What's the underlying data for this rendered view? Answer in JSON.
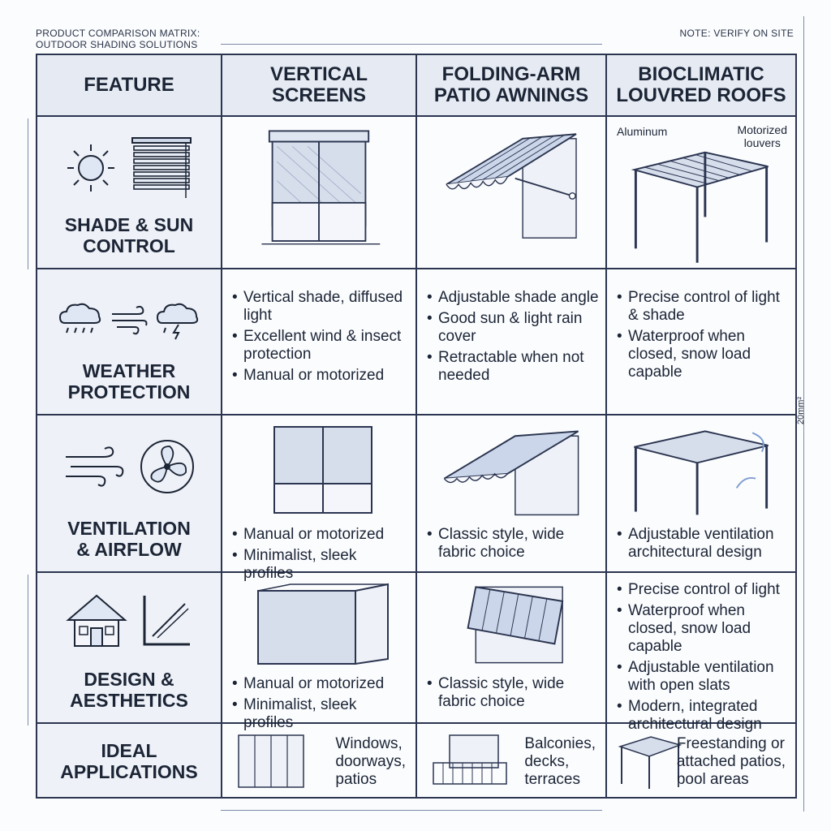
{
  "header": {
    "title_line1": "PRODUCT COMPARISON MATRIX:",
    "title_line2": "OUTDOOR SHADING SOLUTIONS",
    "note": "NOTE: VERIFY ON SITE",
    "side_dimension": "20mm²"
  },
  "columns": {
    "feature": "FEATURE",
    "vertical": [
      "VERTICAL",
      "SCREENS"
    ],
    "awnings": [
      "FOLDING-ARM",
      "PATIO AWNINGS"
    ],
    "roofs": [
      "BIOCLIMATIC",
      "LOUVRED ROOFS"
    ]
  },
  "rows": {
    "shade": {
      "label": [
        "SHADE & SUN",
        "CONTROL"
      ],
      "icons": [
        "sun-icon",
        "blinds-icon"
      ],
      "callouts": {
        "left": "Aluminum",
        "right": [
          "Motorized",
          "louvers"
        ]
      }
    },
    "weather": {
      "label": [
        "WEATHER",
        "PROTECTION"
      ],
      "icons": [
        "rain-cloud-icon",
        "wind-icon",
        "storm-cloud-icon"
      ],
      "vertical": [
        "Vertical shade, diffused light",
        "Excellent wind & insect protection",
        "Manual or motorized"
      ],
      "awnings": [
        "Adjustable shade angle",
        "Good sun & light rain cover",
        "Retractable when not needed"
      ],
      "roofs": [
        "Precise control of light & shade",
        "Waterproof when closed, snow load capable"
      ]
    },
    "ventilation": {
      "label": [
        "VENTILATION",
        "& AIRFLOW"
      ],
      "icons": [
        "airflow-icon",
        "fan-icon"
      ],
      "vertical": [
        "Manual or motorized",
        "Minimalist, sleek profiles"
      ],
      "awnings": [
        "Classic style, wide fabric choice"
      ],
      "roofs": [
        "Adjustable ventilation architectural design"
      ]
    },
    "design": {
      "label": [
        "DESIGN &",
        "AESTHETICS"
      ],
      "icons": [
        "house-icon",
        "architectural-angle-icon"
      ],
      "vertical": [
        "Manual or motorized",
        "Minimalist, sleek profiles"
      ],
      "awnings": [
        "Classic style, wide fabric choice"
      ],
      "roofs": [
        "Precise control of light",
        "Waterproof when closed, snow load capable",
        "Adjustable ventilation with open slats",
        "Modern, integrated architectural design"
      ]
    },
    "ideal": {
      "label": [
        "IDEAL",
        "APPLICATIONS"
      ],
      "vertical": [
        "Windows,",
        "doorways,",
        "patios"
      ],
      "awnings": [
        "Balconies,",
        "decks,",
        "terraces"
      ],
      "roofs": [
        "Freestanding or",
        "attached patios,",
        "pool areas"
      ]
    }
  }
}
